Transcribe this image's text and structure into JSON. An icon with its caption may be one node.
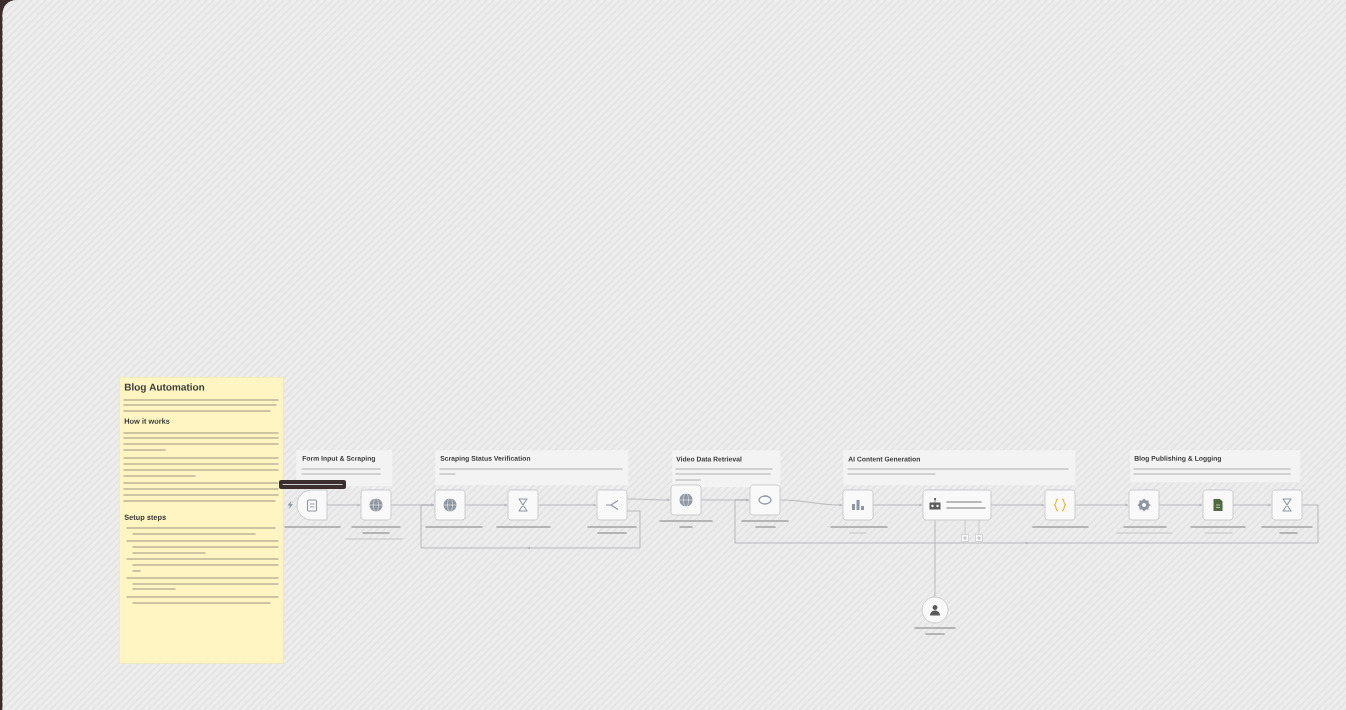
{
  "diagram": {
    "nodes": [
      {
        "text": [
          "Blog Automation",
          "How it works",
          "Setup steps"
        ]
      },
      {
        "text": [
          "Form Input & Scraping"
        ]
      },
      {
        "text": [
          "Scraping Status Verification"
        ]
      },
      {
        "text": [
          "Video Data Retrieval"
        ]
      },
      {
        "text": [
          "AI Content Generation"
        ]
      },
      {
        "text": [
          "Blog Publishing & Logging"
        ]
      },
      {
        "text": [],
        "shape": "box"
      },
      {
        "text": [],
        "shape": "box"
      },
      {
        "text": [],
        "shape": "box"
      },
      {
        "text": [],
        "shape": "box"
      },
      {
        "text": [],
        "shape": "box"
      },
      {
        "text": [],
        "shape": "box"
      },
      {
        "text": [],
        "shape": "box"
      },
      {
        "text": [],
        "shape": "box"
      },
      {
        "text": [],
        "shape": "box"
      },
      {
        "text": [],
        "shape": "box"
      },
      {
        "text": [],
        "shape": "box"
      },
      {
        "text": [],
        "shape": "box"
      },
      {
        "text": [],
        "shape": "box"
      },
      {
        "text": [],
        "shape": "circle"
      }
    ],
    "edges": [
      {
        "from": 6,
        "to": 7,
        "arrow": "to"
      },
      {
        "from": 7,
        "to": 8,
        "arrow": "to"
      },
      {
        "from": 8,
        "to": 9,
        "arrow": "to"
      },
      {
        "from": 9,
        "to": 10,
        "arrow": "to"
      },
      {
        "from": 10,
        "to": 11,
        "arrow": "to"
      },
      {
        "from": 10,
        "to": 8,
        "arrow": "to"
      },
      {
        "from": 11,
        "to": 12,
        "arrow": "to"
      },
      {
        "from": 12,
        "to": 13,
        "arrow": "to"
      },
      {
        "from": 13,
        "to": 14,
        "arrow": "to"
      },
      {
        "from": 14,
        "to": 15,
        "arrow": "to"
      },
      {
        "from": 15,
        "to": 16,
        "arrow": "to"
      },
      {
        "from": 16,
        "to": 17,
        "arrow": "to"
      },
      {
        "from": 17,
        "to": 18,
        "arrow": "to"
      },
      {
        "from": 18,
        "to": 12,
        "arrow": "to"
      },
      {
        "from": 14,
        "to": 19,
        "arrow": "none"
      }
    ]
  }
}
